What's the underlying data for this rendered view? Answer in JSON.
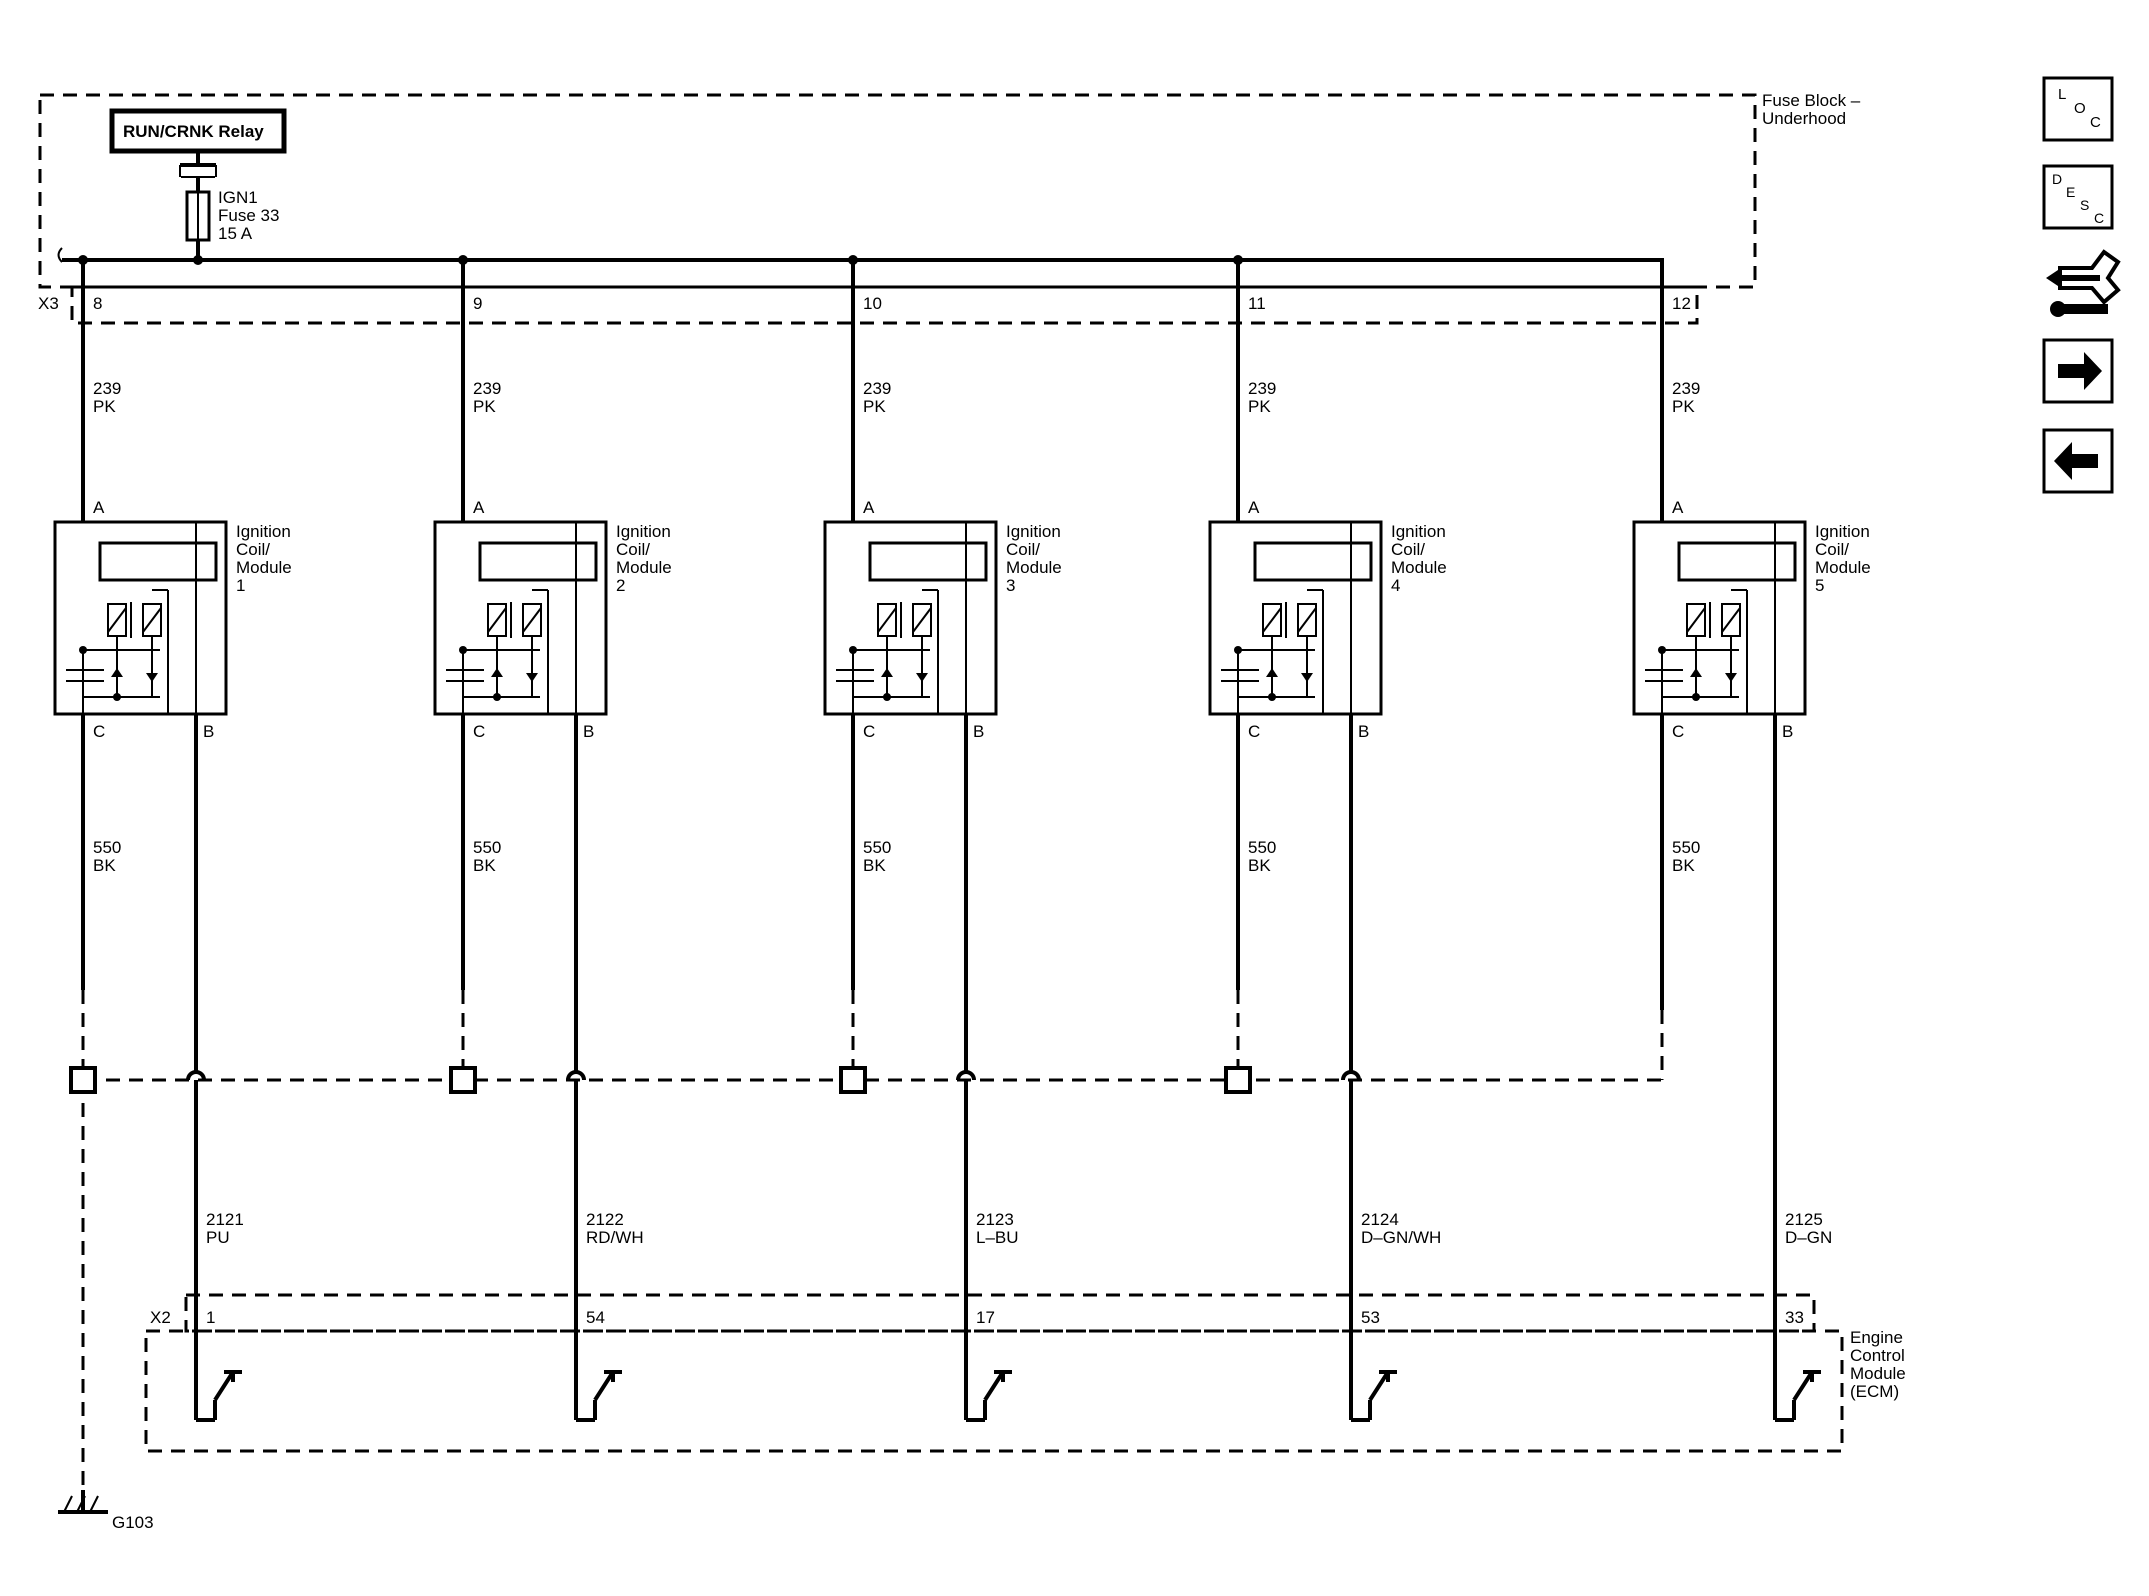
{
  "fuse_block": {
    "title_line1": "Fuse Block –",
    "title_line2": "Underhood",
    "relay": "RUN/CRNK Relay",
    "fuse_line1": "IGN1",
    "fuse_line2": "Fuse 33",
    "fuse_line3": "15 A",
    "connector": "X3"
  },
  "coils": [
    {
      "pin_top": "8",
      "wire_a_num": "239",
      "wire_a_color": "PK",
      "term_a": "A",
      "name1": "Ignition",
      "name2": "Coil/",
      "name3": "Module",
      "num": "1",
      "term_c": "C",
      "term_b": "B",
      "wire_c_num": "550",
      "wire_c_color": "BK",
      "wire_b_num": "2121",
      "wire_b_color": "PU",
      "ecm_pin": "1"
    },
    {
      "pin_top": "9",
      "wire_a_num": "239",
      "wire_a_color": "PK",
      "term_a": "A",
      "name1": "Ignition",
      "name2": "Coil/",
      "name3": "Module",
      "num": "2",
      "term_c": "C",
      "term_b": "B",
      "wire_c_num": "550",
      "wire_c_color": "BK",
      "wire_b_num": "2122",
      "wire_b_color": "RD/WH",
      "ecm_pin": "54"
    },
    {
      "pin_top": "10",
      "wire_a_num": "239",
      "wire_a_color": "PK",
      "term_a": "A",
      "name1": "Ignition",
      "name2": "Coil/",
      "name3": "Module",
      "num": "3",
      "term_c": "C",
      "term_b": "B",
      "wire_c_num": "550",
      "wire_c_color": "BK",
      "wire_b_num": "2123",
      "wire_b_color": "L–BU",
      "ecm_pin": "17"
    },
    {
      "pin_top": "11",
      "wire_a_num": "239",
      "wire_a_color": "PK",
      "term_a": "A",
      "name1": "Ignition",
      "name2": "Coil/",
      "name3": "Module",
      "num": "4",
      "term_c": "C",
      "term_b": "B",
      "wire_c_num": "550",
      "wire_c_color": "BK",
      "wire_b_num": "2124",
      "wire_b_color": "D–GN/WH",
      "ecm_pin": "53"
    },
    {
      "pin_top": "12",
      "wire_a_num": "239",
      "wire_a_color": "PK",
      "term_a": "A",
      "name1": "Ignition",
      "name2": "Coil/",
      "name3": "Module",
      "num": "5",
      "term_c": "C",
      "term_b": "B",
      "wire_c_num": "550",
      "wire_c_color": "BK",
      "wire_b_num": "2125",
      "wire_b_color": "D–GN",
      "ecm_pin": "33"
    }
  ],
  "ecm": {
    "connector": "X2",
    "line1": "Engine",
    "line2": "Control",
    "line3": "Module",
    "line4": "(ECM)"
  },
  "ground": "G103",
  "nav": {
    "loc": {
      "a": "L",
      "b": "O",
      "c": "C"
    },
    "desc": {
      "a": "D",
      "b": "E",
      "c": "S",
      "d": "C"
    },
    "connector_icon": "connector-wrench-icon",
    "next_icon": "arrow-right-icon",
    "prev_icon": "arrow-left-icon"
  }
}
